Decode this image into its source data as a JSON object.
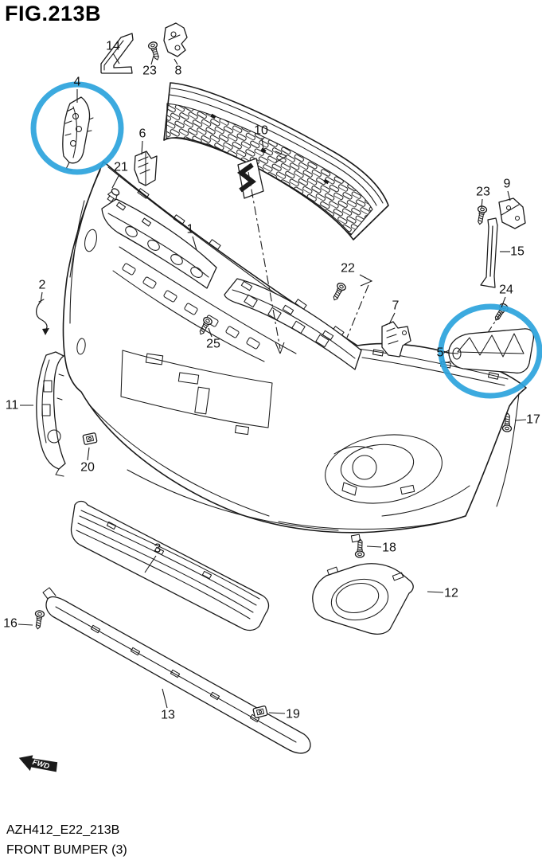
{
  "figure": {
    "title": "FIG.213B"
  },
  "footer": {
    "code": "AZH412_E22_213B",
    "caption": "FRONT BUMPER (3)"
  },
  "orientation": {
    "label": "FWD"
  },
  "colors": {
    "line": "#1a1a1a",
    "highlight": "#2ba3dc"
  },
  "highlighted_callouts": [
    "4",
    "5"
  ],
  "callouts": {
    "c14": "14",
    "c23a": "23",
    "c8": "8",
    "c4": "4",
    "c6": "6",
    "c21": "21",
    "c10": "10",
    "c1": "1",
    "c22": "22",
    "c25": "25",
    "c2": "2",
    "c11": "11",
    "c20": "20",
    "c7": "7",
    "c5": "5",
    "c24": "24",
    "c9": "9",
    "c23b": "23",
    "c15": "15",
    "c17": "17",
    "c3": "3",
    "c16": "16",
    "c13": "13",
    "c19": "19",
    "c18": "18",
    "c12": "12"
  }
}
